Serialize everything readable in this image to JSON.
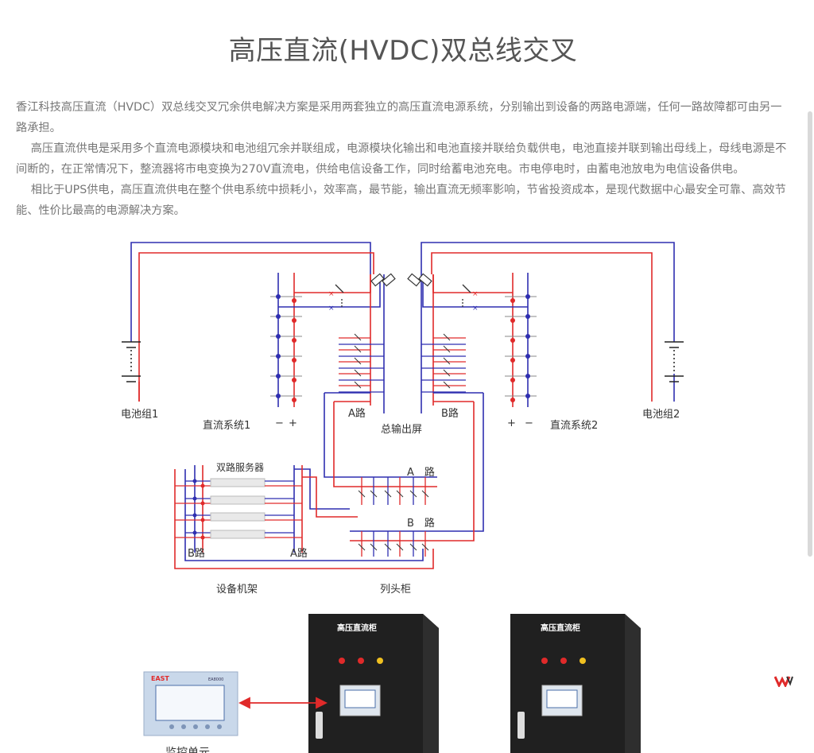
{
  "page": {
    "title": "高压直流(HVDC)双总线交叉",
    "paragraphs": [
      " 香江科技高压直流（HVDC）双总线交叉冗余供电解决方案是采用两套独立的高压直流电源系统，分别输出到设备的两路电源端，任何一路故障都可由另一路承担。",
      "　 高压直流供电是采用多个直流电源模块和电池组冗余并联组成，电源模块化输出和电池直接并联给负载供电，电池直接并联到输出母线上，母线电源是不间断的，在正常情况下，整流器将市电变换为270V直流电，供给电信设备工作，同时给蓄电池充电。市电停电时，由蓄电池放电为电信设备供电。",
      "　 相比于UPS供电，高压直流供电在整个供电系统中损耗小，效率高，最节能，输出直流无频率影响，节省投资成本，是现代数据中心最安全可靠、高效节能、性价比最高的电源解决方案。"
    ]
  },
  "diagram": {
    "battery1": "电池组1",
    "battery2": "电池组2",
    "dc_system1": "直流系统1",
    "dc_system2": "直流系统2",
    "minus": "−",
    "plus": "+",
    "a_road": "A路",
    "b_road": "B路",
    "main_output": "总输出屏",
    "dual_server": "双路服务器",
    "a_bus": "A　路",
    "b_bus": "B　路",
    "rack_b": "B路",
    "rack_a": "A路",
    "equipment_rack": "设备机架",
    "column_cabinet": "列头柜"
  },
  "photo": {
    "cabinet_label": "高压直流柜",
    "monitor_brand": "EAST",
    "monitor_model": "EA8000",
    "monitor_caption": "监控单元"
  },
  "colors": {
    "blue_bus": "#2f2fb0",
    "red_bus": "#e02a2a",
    "cabinet": "#1c1c1c",
    "text": "#555555"
  }
}
